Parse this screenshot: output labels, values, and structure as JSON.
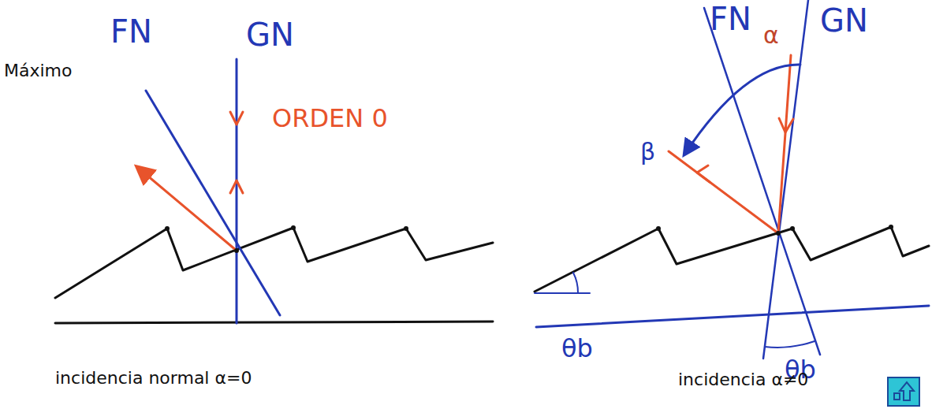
{
  "diagram": {
    "labels": [
      "FN",
      "GN",
      "Máximo",
      "ORDEN 0",
      "incidencia normal α=0",
      "FN",
      "GN",
      "α",
      "β",
      "θb",
      "θb",
      "incidencia α≠0"
    ]
  }
}
